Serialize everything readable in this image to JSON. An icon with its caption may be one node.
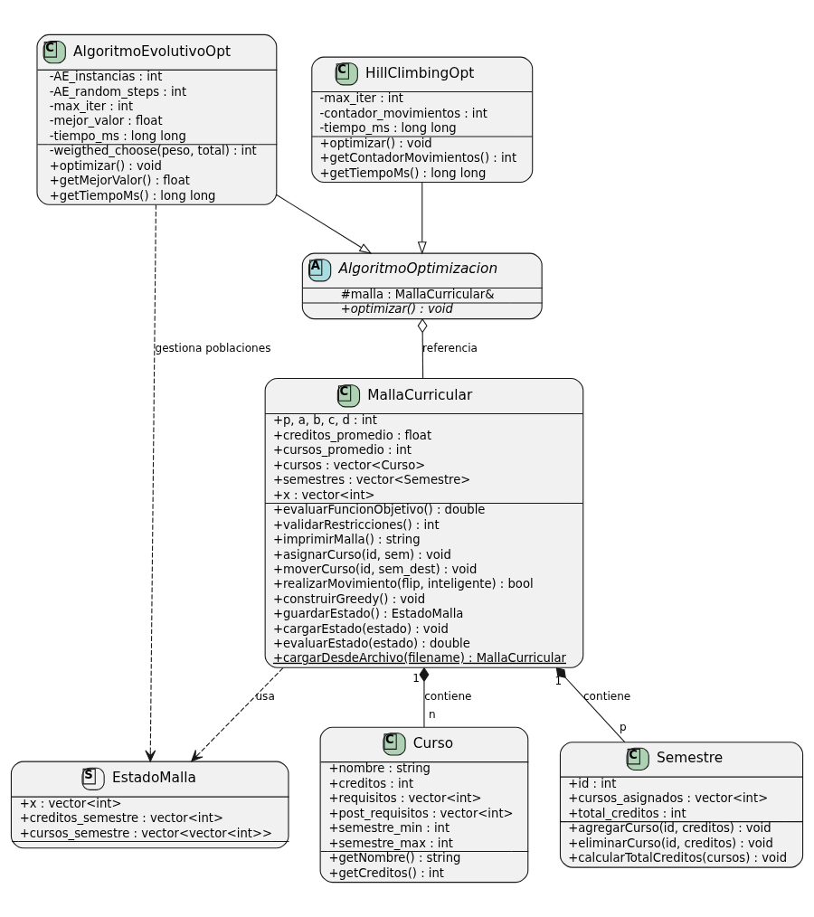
{
  "diagram": {
    "nodes": [
      {
        "text": [
          "C",
          "AlgoritmoEvolutivoOpt",
          "-AE_instancias : int",
          "-AE_random_steps : int",
          "-max_iter : int",
          "-mejor_valor : float",
          "-tiempo_ms : long long",
          "-weigthed_choose(peso, total) : int",
          "+optimizar() : void",
          "+getMejorValor() : float",
          "+getTiempoMs() : long long"
        ]
      },
      {
        "text": [
          "C",
          "HillClimbingOpt",
          "-max_iter : int",
          "-contador_movimientos : int",
          "-tiempo_ms : long long",
          "+optimizar() : void",
          "+getContadorMovimientos() : int",
          "+getTiempoMs() : long long"
        ]
      },
      {
        "text": [
          "A",
          "AlgoritmoOptimizacion",
          "#malla : MallaCurricular&",
          "+optimizar() : void"
        ]
      },
      {
        "text": [
          "C",
          "MallaCurricular",
          "+p, a, b, c, d : int",
          "+creditos_promedio : float",
          "+cursos_promedio : int",
          "+cursos : vector<Curso>",
          "+semestres : vector<Semestre>",
          "+x : vector<int>",
          "+evaluarFuncionObjetivo() : double",
          "+validarRestricciones() : int",
          "+imprimirMalla() : string",
          "+asignarCurso(id, sem) : void",
          "+moverCurso(id, sem_dest) : void",
          "+realizarMovimiento(flip, inteligente) : bool",
          "+construirGreedy() : void",
          "+guardarEstado() : EstadoMalla",
          "+cargarEstado(estado) : void",
          "+evaluarEstado(estado) : double",
          "+cargarDesdeArchivo(filename) : MallaCurricular"
        ]
      },
      {
        "text": [
          "S",
          "EstadoMalla",
          "+x : vector<int>",
          "+creditos_semestre : vector<int>",
          "+cursos_semestre : vector<vector<int>>"
        ]
      },
      {
        "text": [
          "C",
          "Curso",
          "+nombre : string",
          "+creditos : int",
          "+requisitos : vector<int>",
          "+post_requisitos : vector<int>",
          "+semestre_min : int",
          "+semestre_max : int",
          "+getNombre() : string",
          "+getCreditos() : int"
        ]
      },
      {
        "text": [
          "C",
          "Semestre",
          "+id : int",
          "+cursos_asignados : vector<int>",
          "+total_creditos : int",
          "+agregarCurso(id, creditos) : void",
          "+eliminarCurso(id, creditos) : void",
          "+calcularTotalCreditos(cursos) : void"
        ]
      }
    ],
    "edges": [
      {
        "from": 0,
        "to": 2,
        "arrow": "to"
      },
      {
        "from": 1,
        "to": 2,
        "arrow": "to"
      },
      {
        "from": 2,
        "to": 3,
        "arrow": "other",
        "label": "referencia"
      },
      {
        "from": 0,
        "to": 4,
        "arrow": "to",
        "style": "dashed",
        "label": "gestiona poblaciones"
      },
      {
        "from": 3,
        "to": 4,
        "arrow": "to",
        "style": "dashed",
        "label": "usa"
      },
      {
        "from": 3,
        "to": 5,
        "arrow": "other",
        "label": "contiene"
      },
      {
        "from": 3,
        "to": 6,
        "arrow": "other",
        "label": "contiene"
      }
    ],
    "labels": [
      "1",
      "1",
      "n",
      "p"
    ]
  }
}
